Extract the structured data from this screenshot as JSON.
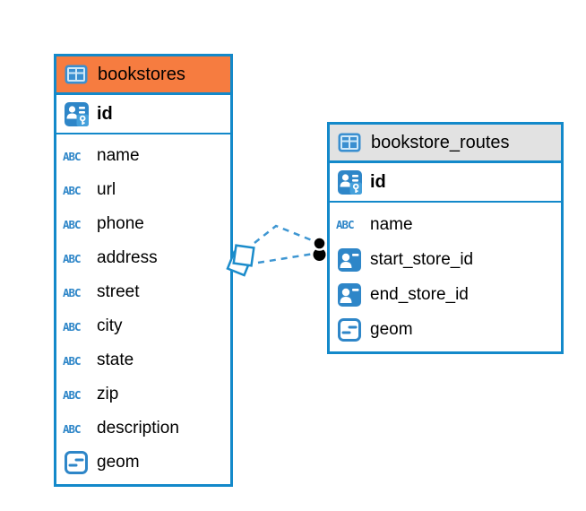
{
  "colors": {
    "table_border": "#1389CA",
    "icon_blue": "#2E86C8",
    "bookstores_header_background": "#F67C40",
    "routes_header_background": "#E2E2E2",
    "relationship_line": "#3E96D2",
    "endpoint_dot": "#000000"
  },
  "tables": [
    {
      "name": "bookstores",
      "header_icon": "table-icon",
      "header_color": "#F67C40",
      "primary_key": {
        "name": "id",
        "icon": "primary-key-icon"
      },
      "columns": [
        {
          "name": "name",
          "icon": "text-type-icon"
        },
        {
          "name": "url",
          "icon": "text-type-icon"
        },
        {
          "name": "phone",
          "icon": "text-type-icon"
        },
        {
          "name": "address",
          "icon": "text-type-icon"
        },
        {
          "name": "street",
          "icon": "text-type-icon"
        },
        {
          "name": "city",
          "icon": "text-type-icon"
        },
        {
          "name": "state",
          "icon": "text-type-icon"
        },
        {
          "name": "zip",
          "icon": "text-type-icon"
        },
        {
          "name": "description",
          "icon": "text-type-icon"
        },
        {
          "name": "geom",
          "icon": "geometry-type-icon"
        }
      ]
    },
    {
      "name": "bookstore_routes",
      "header_icon": "table-icon",
      "header_color": "#E2E2E2",
      "primary_key": {
        "name": "id",
        "icon": "primary-key-icon"
      },
      "columns": [
        {
          "name": "name",
          "icon": "text-type-icon"
        },
        {
          "name": "start_store_id",
          "icon": "foreign-key-icon"
        },
        {
          "name": "end_store_id",
          "icon": "foreign-key-icon"
        },
        {
          "name": "geom",
          "icon": "geometry-type-icon"
        }
      ]
    }
  ],
  "relationships": [
    {
      "between": [
        "bookstores",
        "bookstore_routes"
      ],
      "style": "dashed"
    },
    {
      "between": [
        "bookstores",
        "bookstore_routes"
      ],
      "style": "dashed"
    }
  ]
}
